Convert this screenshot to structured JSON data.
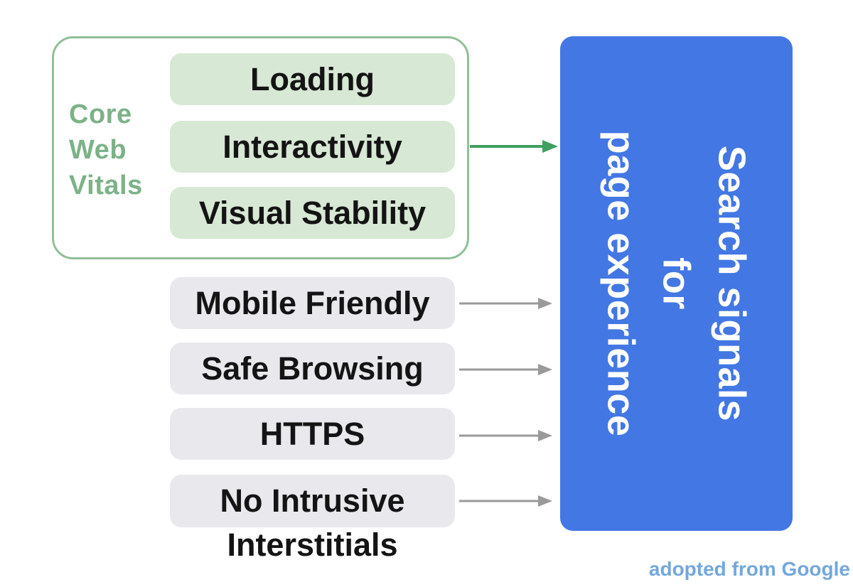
{
  "core_web_vitals": {
    "label_lines": [
      "Core",
      "Web",
      "Vitals"
    ],
    "items": [
      "Loading",
      "Interactivity",
      "Visual Stability"
    ]
  },
  "other_signals": [
    "Mobile Friendly",
    "Safe Browsing",
    "HTTPS",
    "No Intrusive Interstitials"
  ],
  "target": {
    "lines": [
      "Search signals",
      "for",
      "page experience"
    ]
  },
  "credit": "adopted from Google",
  "colors": {
    "blue_box": "#4377e4",
    "green_pill_bg": "#d7e8d4",
    "green_border": "#90bf97",
    "green_label_text": "#7cb287",
    "green_arrow": "#3ea05e",
    "gray_pill_bg": "#e9e9ed",
    "gray_arrow": "#9a9a9a",
    "credit_text": "#74a7dc",
    "pill_text": "#141414"
  }
}
